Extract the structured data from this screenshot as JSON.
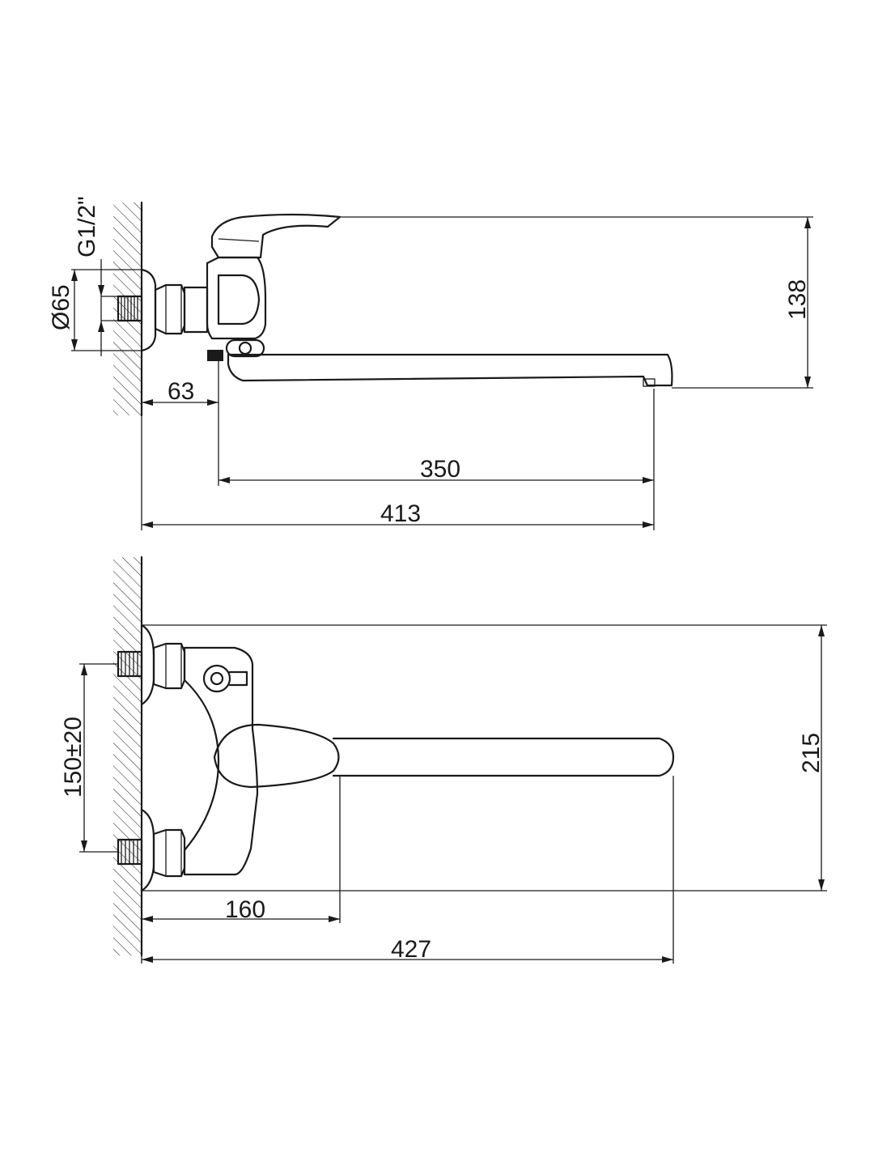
{
  "dimensions": {
    "thread": "G1/2\"",
    "diameter": "Ø65",
    "wall_offset": "63",
    "spout_reach": "350",
    "total_depth_side": "413",
    "height": "138",
    "inlet_spacing": "150±20",
    "lever_offset": "160",
    "total_depth_top": "427",
    "total_width": "215"
  }
}
